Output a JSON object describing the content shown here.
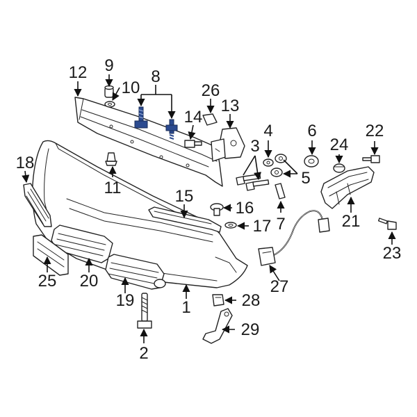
{
  "diagram": {
    "highlight_color": "#2b4a8f",
    "line_color": "#222222",
    "callouts": [
      {
        "id": "c1",
        "text": "1"
      },
      {
        "id": "c2",
        "text": "2"
      },
      {
        "id": "c3",
        "text": "3"
      },
      {
        "id": "c4",
        "text": "4"
      },
      {
        "id": "c5",
        "text": "5"
      },
      {
        "id": "c6",
        "text": "6"
      },
      {
        "id": "c7",
        "text": "7"
      },
      {
        "id": "c8",
        "text": "8"
      },
      {
        "id": "c9",
        "text": "9"
      },
      {
        "id": "c10",
        "text": "10"
      },
      {
        "id": "c11",
        "text": "11"
      },
      {
        "id": "c12",
        "text": "12"
      },
      {
        "id": "c13",
        "text": "13"
      },
      {
        "id": "c14",
        "text": "14"
      },
      {
        "id": "c15",
        "text": "15"
      },
      {
        "id": "c16",
        "text": "16"
      },
      {
        "id": "c17",
        "text": "17"
      },
      {
        "id": "c18",
        "text": "18"
      },
      {
        "id": "c19",
        "text": "19"
      },
      {
        "id": "c20",
        "text": "20"
      },
      {
        "id": "c21",
        "text": "21"
      },
      {
        "id": "c22",
        "text": "22"
      },
      {
        "id": "c23",
        "text": "23"
      },
      {
        "id": "c24",
        "text": "24"
      },
      {
        "id": "c25",
        "text": "25"
      },
      {
        "id": "c26",
        "text": "26"
      },
      {
        "id": "c27",
        "text": "27"
      },
      {
        "id": "c28",
        "text": "28"
      },
      {
        "id": "c29",
        "text": "29"
      }
    ]
  }
}
